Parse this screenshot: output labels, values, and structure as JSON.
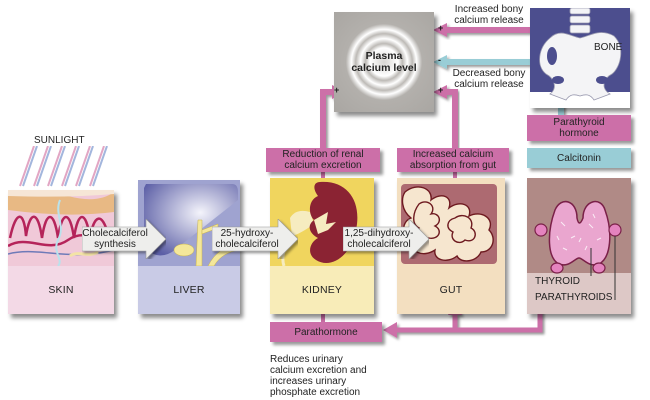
{
  "title": "Vitamin D and calcium regulation",
  "sunlight_label": "SUNLIGHT",
  "organs": {
    "skin": "SKIN",
    "liver": "LIVER",
    "kidney": "KIDNEY",
    "gut": "GUT",
    "bone": "BONE",
    "thyroid": "THYROID",
    "parathyroids": "PARATHYROIDS"
  },
  "center": {
    "line1": "Plasma",
    "line2": "calcium level"
  },
  "flow_arrows": {
    "skin_to_liver": [
      "Cholecalciferol",
      "synthesis"
    ],
    "liver_to_kidney": [
      "25-hydroxy-",
      "cholecalciferol"
    ],
    "kidney_to_gut": [
      "1,25-dihydroxy-",
      "cholecalciferol"
    ]
  },
  "boxes": {
    "kidney_effect": [
      "Reduction of renal",
      "calcium excretion"
    ],
    "gut_effect": [
      "Increased calcium",
      "absorption from gut"
    ],
    "parathyroid_hormone": [
      "Parathyroid",
      "hormone"
    ],
    "calcitonin": "Calcitonin",
    "parathormone": "Parathormone"
  },
  "bone_labels": {
    "increased": [
      "Increased bony",
      "calcium release"
    ],
    "decreased": [
      "Decreased bony",
      "calcium release"
    ]
  },
  "signs": {
    "plus": "+",
    "minus": "-"
  },
  "caption_parathormone": [
    "Reduces urinary",
    "calcium excretion and",
    "increases urinary",
    "phosphate excretion"
  ],
  "colors": {
    "pink": "#cc6fa8",
    "blue": "#99cdd6",
    "skin_bg": "#f3d9e6",
    "liver_bg": "#c9cbe6",
    "kidney_bg": "#f6e7a6",
    "gut_bg": "#f3dfc0",
    "thyroid_bg": "#b08a86",
    "bone_bg": "#4c4e8e"
  }
}
